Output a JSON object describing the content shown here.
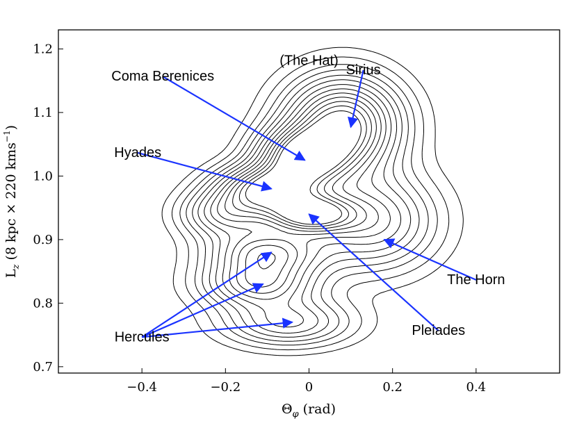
{
  "chart_data": {
    "type": "contour",
    "xlabel": "Θ_φ (rad)",
    "ylabel": "L_z (8 kpc × 220 kms⁻¹)",
    "xlim": [
      -0.6,
      0.6
    ],
    "ylim": [
      0.69,
      1.23
    ],
    "xticks": [
      -0.4,
      -0.2,
      0,
      0.2,
      0.4
    ],
    "xtick_labels": [
      "−0.4",
      "−0.2",
      "0",
      "0.2",
      "0.4"
    ],
    "yticks": [
      0.7,
      0.8,
      0.9,
      1.0,
      1.1,
      1.2
    ],
    "ytick_labels": [
      "0.7",
      "0.8",
      "0.9",
      "1.0",
      "1.1",
      "1.2"
    ],
    "grid": false,
    "annotations": [
      {
        "label": "(The Hat)",
        "text_at": [
          0.0,
          1.175
        ],
        "arrows_to": []
      },
      {
        "label": "Sirius",
        "text_at": [
          0.13,
          1.16
        ],
        "arrows_to": [
          [
            0.1,
            1.077
          ]
        ]
      },
      {
        "label": "Coma Berenices",
        "text_at": [
          -0.35,
          1.15
        ],
        "arrows_to": [
          [
            -0.01,
            1.025
          ]
        ]
      },
      {
        "label": "Hyades",
        "text_at": [
          -0.41,
          1.03
        ],
        "arrows_to": [
          [
            -0.09,
            0.98
          ]
        ]
      },
      {
        "label": "The Horn",
        "text_at": [
          0.4,
          0.83
        ],
        "arrows_to": [
          [
            0.18,
            0.9
          ]
        ]
      },
      {
        "label": "Pleiades",
        "text_at": [
          0.31,
          0.75
        ],
        "arrows_to": [
          [
            0.0,
            0.94
          ]
        ]
      },
      {
        "label": "Hercules",
        "text_at": [
          -0.4,
          0.74
        ],
        "arrows_to": [
          [
            -0.09,
            0.88
          ],
          [
            -0.11,
            0.83
          ],
          [
            -0.04,
            0.77
          ]
        ]
      }
    ],
    "annotation_arrow_color": "#1a33ff",
    "contour_color": "#000000",
    "peaks": [
      {
        "x": 0.08,
        "y": 1.08,
        "amp": 1.0,
        "sx": 0.09,
        "sy": 0.05
      },
      {
        "x": -0.02,
        "y": 1.03,
        "amp": 0.85,
        "sx": 0.07,
        "sy": 0.03
      },
      {
        "x": -0.1,
        "y": 0.98,
        "amp": 0.9,
        "sx": 0.08,
        "sy": 0.025
      },
      {
        "x": 0.0,
        "y": 0.94,
        "amp": 0.85,
        "sx": 0.07,
        "sy": 0.02
      },
      {
        "x": 0.15,
        "y": 0.93,
        "amp": 0.55,
        "sx": 0.1,
        "sy": 0.05
      },
      {
        "x": -0.1,
        "y": 0.88,
        "amp": 0.65,
        "sx": 0.09,
        "sy": 0.025
      },
      {
        "x": -0.12,
        "y": 0.83,
        "amp": 0.6,
        "sx": 0.09,
        "sy": 0.025
      },
      {
        "x": -0.05,
        "y": 0.77,
        "amp": 0.45,
        "sx": 0.1,
        "sy": 0.025
      },
      {
        "x": -0.2,
        "y": 0.94,
        "amp": 0.5,
        "sx": 0.07,
        "sy": 0.025
      }
    ],
    "levels": [
      0.05,
      0.1,
      0.16,
      0.22,
      0.29,
      0.36,
      0.44,
      0.52,
      0.6,
      0.68,
      0.76,
      0.84,
      0.92
    ]
  }
}
